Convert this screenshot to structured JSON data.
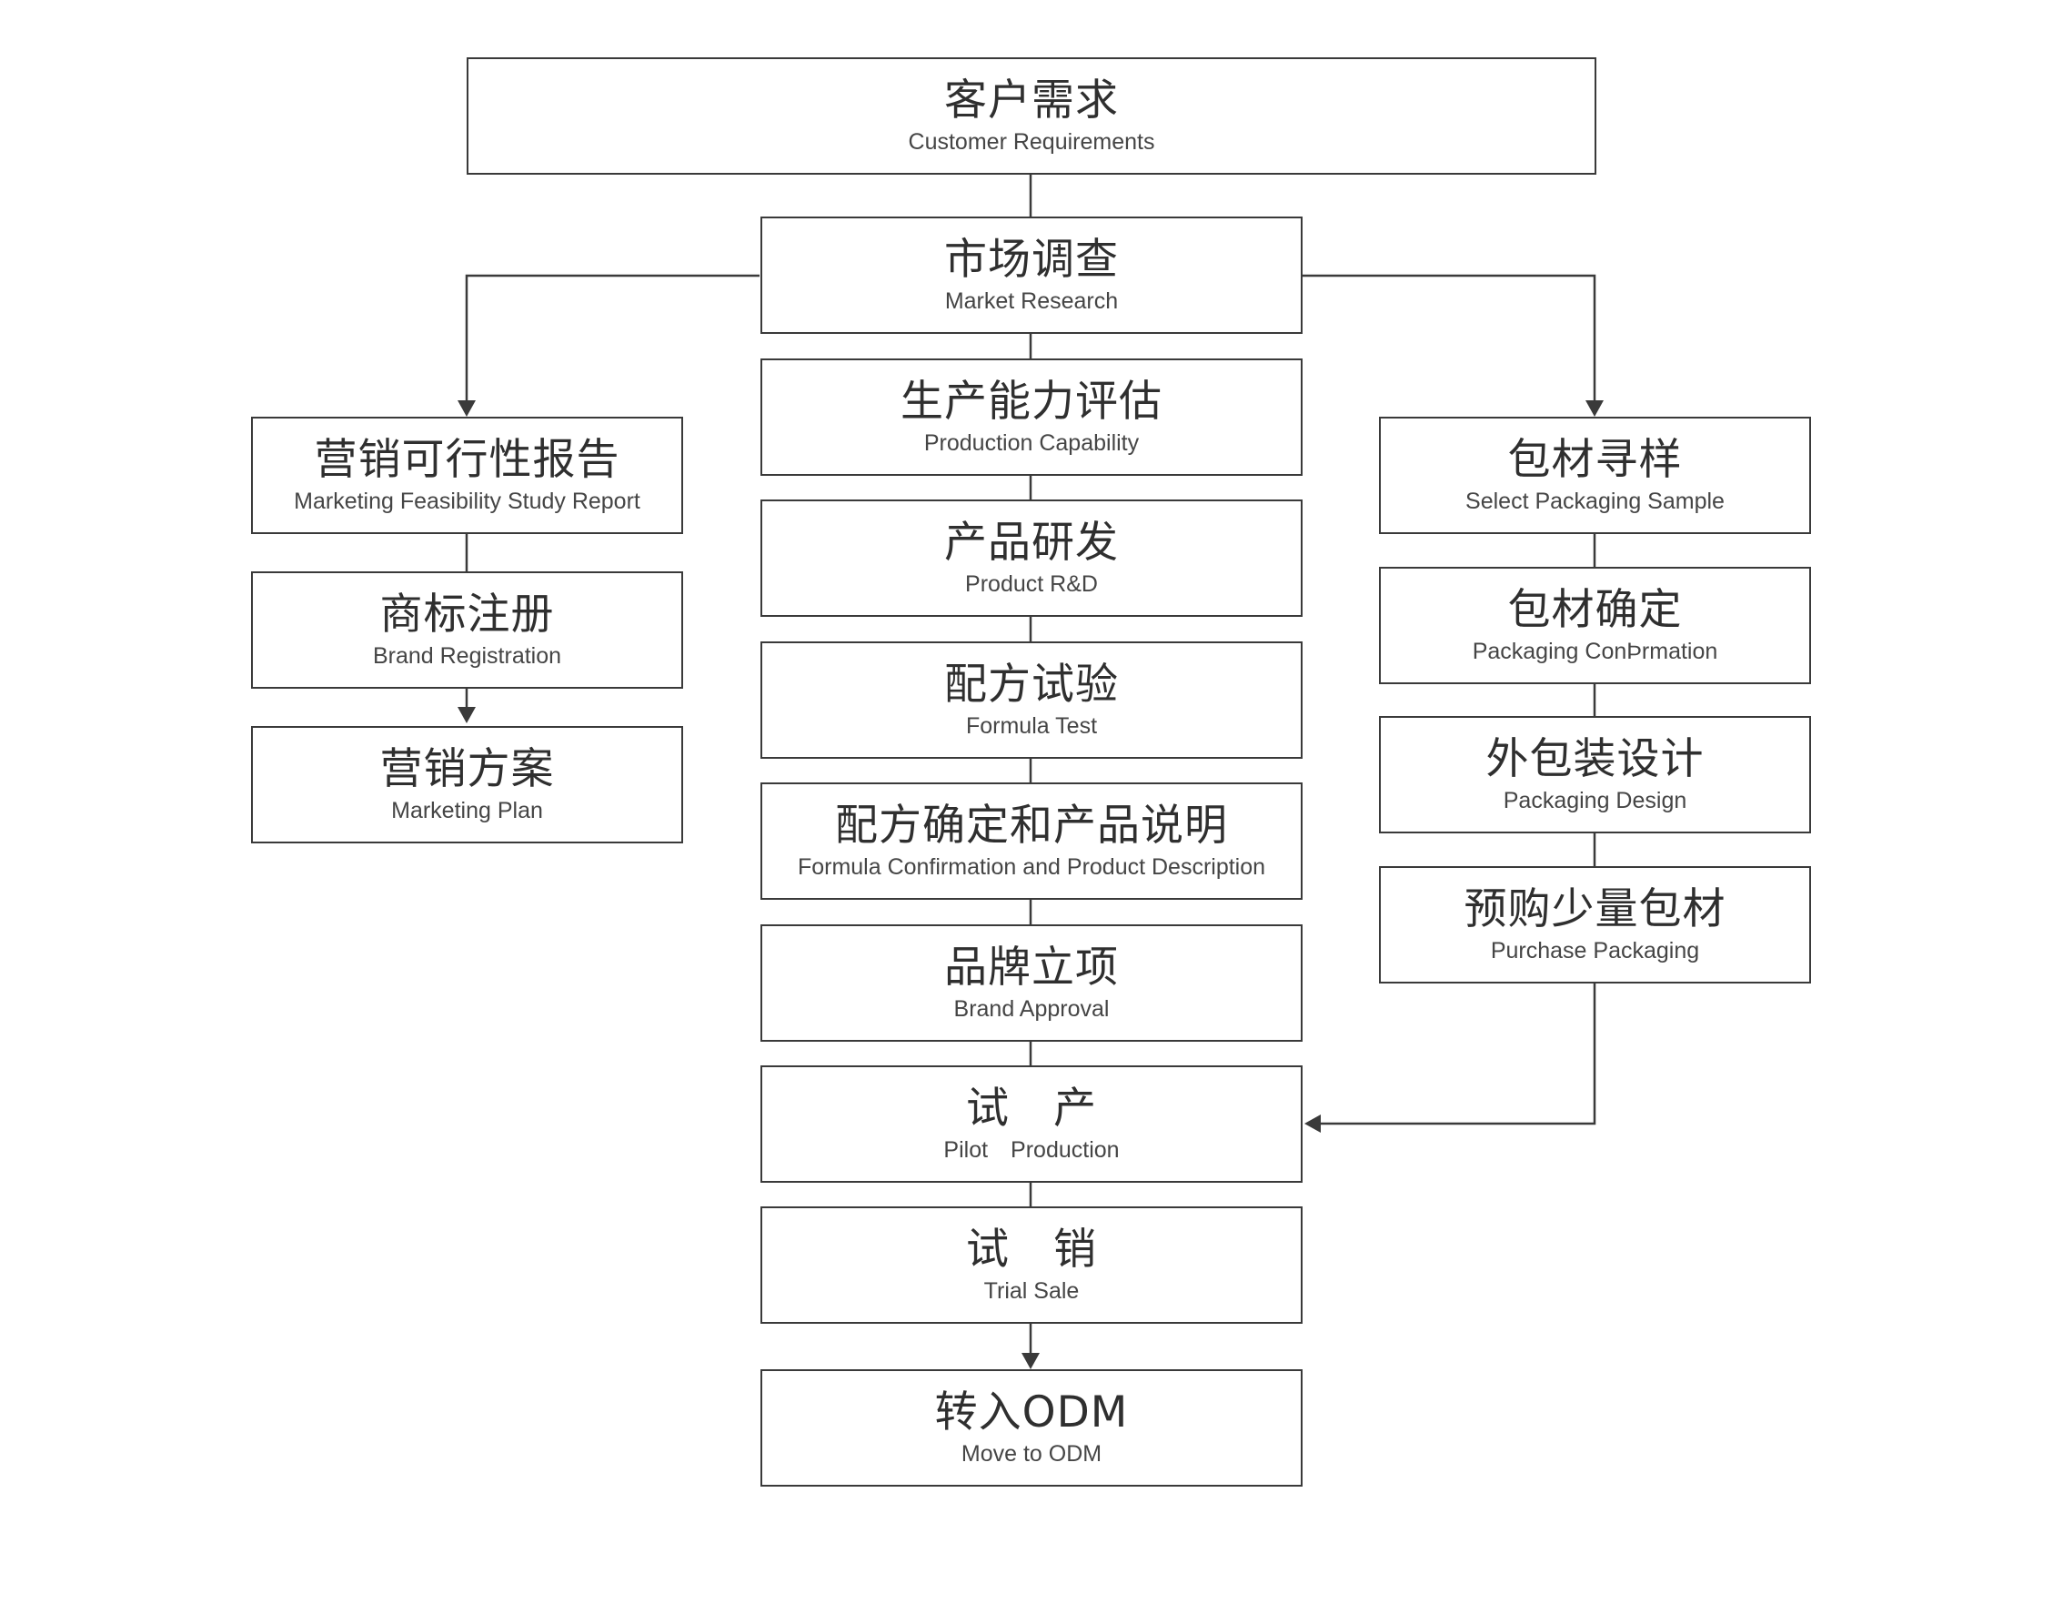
{
  "nodes": {
    "customer": {
      "zh": "客户需求",
      "en": "Customer Requirements"
    },
    "market": {
      "zh": "市场调查",
      "en": "Market Research"
    },
    "production_cap": {
      "zh": "生产能力评估",
      "en": "Production Capability"
    },
    "product_rd": {
      "zh": "产品研发",
      "en": "Product R&D"
    },
    "formula_test": {
      "zh": "配方试验",
      "en": "Formula Test"
    },
    "formula_confirm": {
      "zh": "配方确定和产品说明",
      "en": "Formula Confirmation and Product Description"
    },
    "brand_approval": {
      "zh": "品牌立项",
      "en": "Brand Approval"
    },
    "pilot": {
      "zh": "试　产",
      "en": "Pilot　Production"
    },
    "trial_sale": {
      "zh": "试　销",
      "en": "Trial Sale"
    },
    "odm": {
      "zh": "转入ODM",
      "en": "Move to ODM"
    },
    "feasibility": {
      "zh": "营销可行性报告",
      "en": "Marketing Feasibility Study Report"
    },
    "trademark": {
      "zh": "商标注册",
      "en": "Brand Registration"
    },
    "marketing_plan": {
      "zh": "营销方案",
      "en": "Marketing Plan"
    },
    "pkg_sample": {
      "zh": "包材寻样",
      "en": "Select Packaging Sample"
    },
    "pkg_confirm": {
      "zh": "包材确定",
      "en": "Packaging ConÞrmation"
    },
    "pkg_design": {
      "zh": "外包装设计",
      "en": "Packaging Design"
    },
    "pkg_purchase": {
      "zh": "预购少量包材",
      "en": "Purchase Packaging"
    }
  },
  "colors": {
    "line": "#3a3a3a",
    "box_border": "#3a3a3a",
    "text": "#2f2f2f"
  }
}
